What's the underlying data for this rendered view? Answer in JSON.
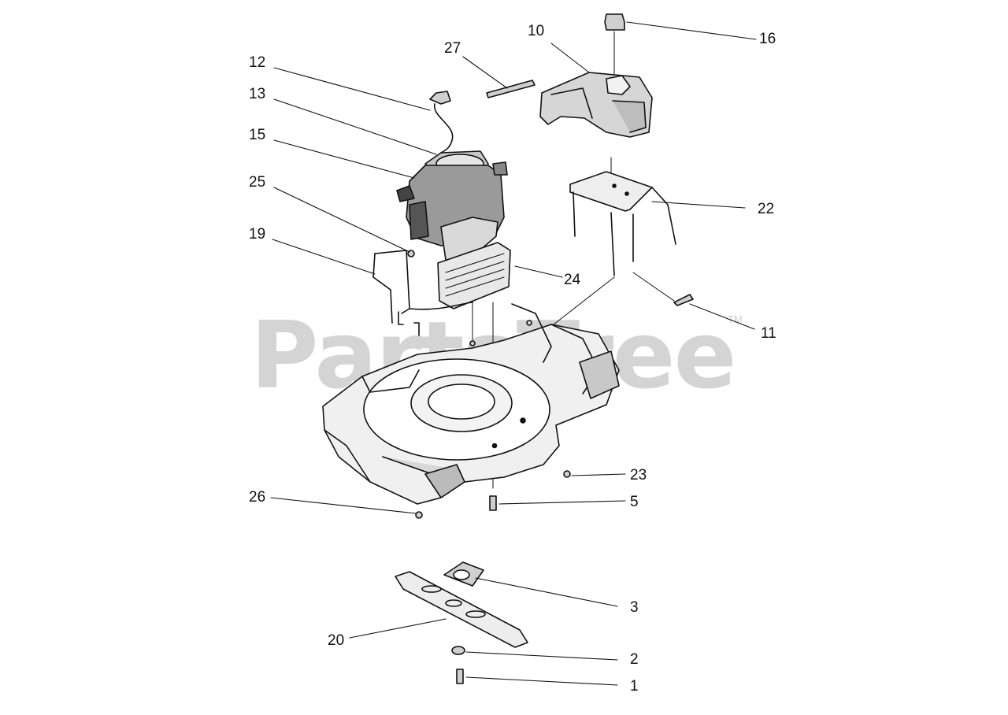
{
  "watermark": {
    "text": "PartsTree",
    "trademark": "TM"
  },
  "callouts": {
    "c1": "1",
    "c2": "2",
    "c3": "3",
    "c5": "5",
    "c10": "10",
    "c11": "11",
    "c12": "12",
    "c13": "13",
    "c15": "15",
    "c16": "16",
    "c19": "19",
    "c20": "20",
    "c22": "22",
    "c23": "23",
    "c24": "24",
    "c25": "25",
    "c26": "26",
    "c27": "27"
  }
}
